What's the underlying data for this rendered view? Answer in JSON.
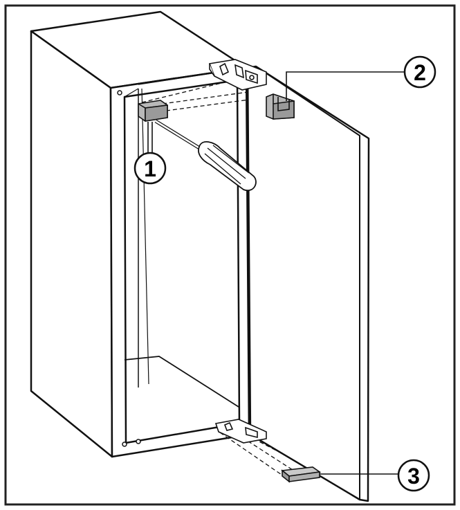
{
  "callouts": [
    {
      "label": "1"
    },
    {
      "label": "2"
    },
    {
      "label": "3"
    }
  ],
  "colors": {
    "frame": "#222222",
    "line": "#111111",
    "part_fill": "#b8b8b8",
    "part_dark": "#8c8c8c",
    "background": "#ffffff"
  },
  "icons": [
    "screwdriver-icon",
    "hinge-icon"
  ]
}
